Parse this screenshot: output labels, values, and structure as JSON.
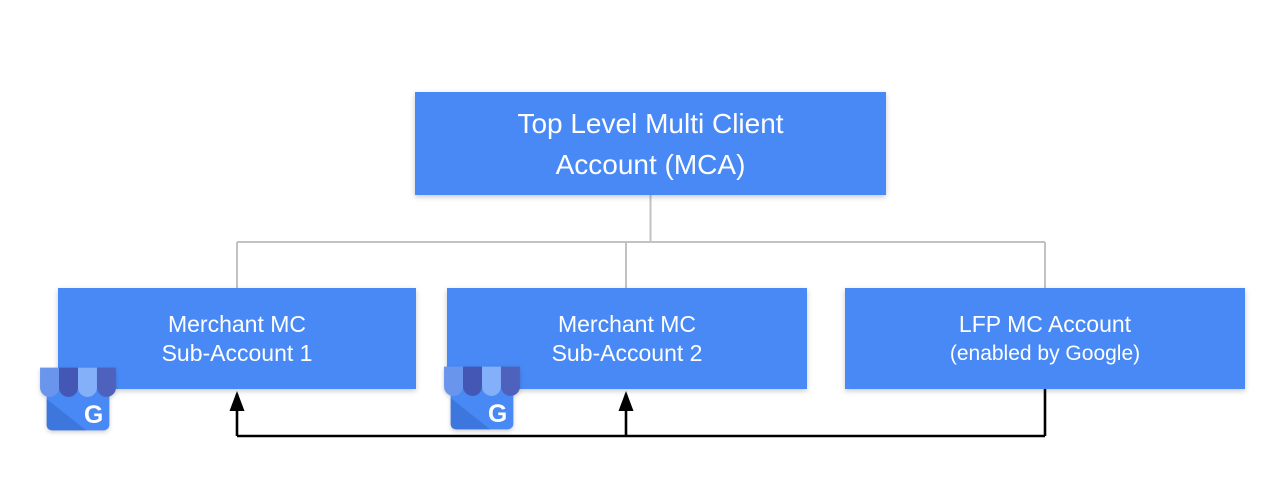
{
  "colors": {
    "box_fill": "#4989f5",
    "box_text": "#ffffff",
    "tree_line": "#c2c2c2",
    "arrow_line": "#000000",
    "background": "#ffffff"
  },
  "nodes": {
    "mca": {
      "line1": "Top Level Multi Client",
      "line2": "Account (MCA)"
    },
    "sub1": {
      "line1": "Merchant MC",
      "line2": "Sub-Account 1"
    },
    "sub2": {
      "line1": "Merchant MC",
      "line2": "Sub-Account 2"
    },
    "lfp": {
      "line1": "LFP MC Account",
      "line2": "(enabled by Google)"
    }
  },
  "icons": {
    "sub1": "google-my-business-storefront",
    "sub2": "google-my-business-storefront"
  }
}
